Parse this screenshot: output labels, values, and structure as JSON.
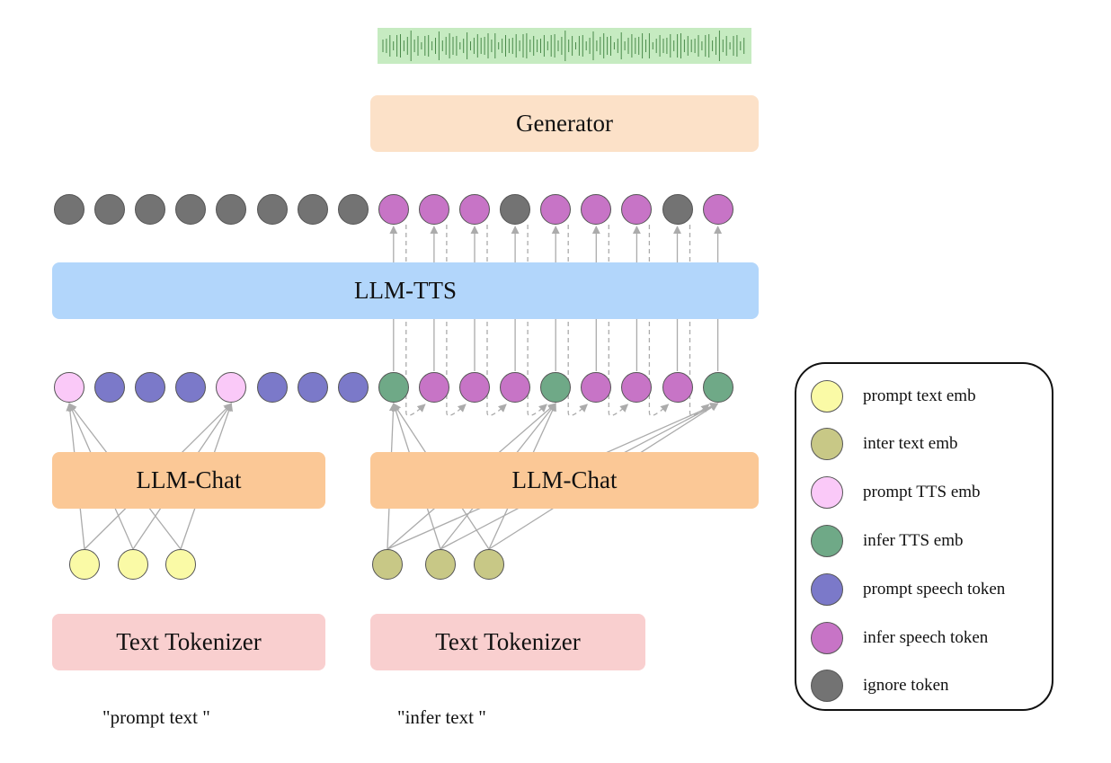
{
  "colors": {
    "prompt_text_emb": "#fafaa6",
    "inter_text_emb": "#c8c886",
    "prompt_tts_emb": "#fac9f8",
    "infer_tts_emb": "#6fa987",
    "prompt_speech_token": "#7b79c9",
    "infer_speech_token": "#c774c6",
    "ignore_token": "#737373",
    "waveform": "#c6ebc1",
    "arrow": "#ababab"
  },
  "blocks": {
    "generator": "Generator",
    "llm_tts": "LLM-TTS",
    "llm_chat_left": "LLM-Chat",
    "llm_chat_right": "LLM-Chat",
    "tokenizer_left": "Text Tokenizer",
    "tokenizer_right": "Text Tokenizer"
  },
  "inputs": {
    "prompt_caption": "\"prompt text \"",
    "infer_caption": "\"infer text \""
  },
  "sequences": {
    "output_tokens": [
      "ignore",
      "ignore",
      "ignore",
      "ignore",
      "ignore",
      "ignore",
      "ignore",
      "ignore",
      "infer_speech",
      "infer_speech",
      "infer_speech",
      "ignore",
      "infer_speech",
      "infer_speech",
      "infer_speech",
      "ignore",
      "infer_speech"
    ],
    "input_tokens": [
      "prompt_tts",
      "prompt_speech",
      "prompt_speech",
      "prompt_speech",
      "prompt_tts",
      "prompt_speech",
      "prompt_speech",
      "prompt_speech",
      "infer_tts",
      "infer_speech",
      "infer_speech",
      "infer_speech",
      "infer_tts",
      "infer_speech",
      "infer_speech",
      "infer_speech",
      "infer_tts"
    ],
    "prompt_text_tokens": [
      "prompt_text",
      "prompt_text",
      "prompt_text"
    ],
    "infer_text_tokens": [
      "inter_text",
      "inter_text",
      "inter_text"
    ]
  },
  "legend": [
    {
      "key": "prompt_text_emb",
      "label": "prompt text emb"
    },
    {
      "key": "inter_text_emb",
      "label": "inter text emb"
    },
    {
      "key": "prompt_tts_emb",
      "label": "prompt TTS emb"
    },
    {
      "key": "infer_tts_emb",
      "label": "infer TTS emb"
    },
    {
      "key": "prompt_speech_token",
      "label": "prompt speech token"
    },
    {
      "key": "infer_speech_token",
      "label": "infer speech token"
    },
    {
      "key": "ignore_token",
      "label": "ignore token"
    }
  ]
}
